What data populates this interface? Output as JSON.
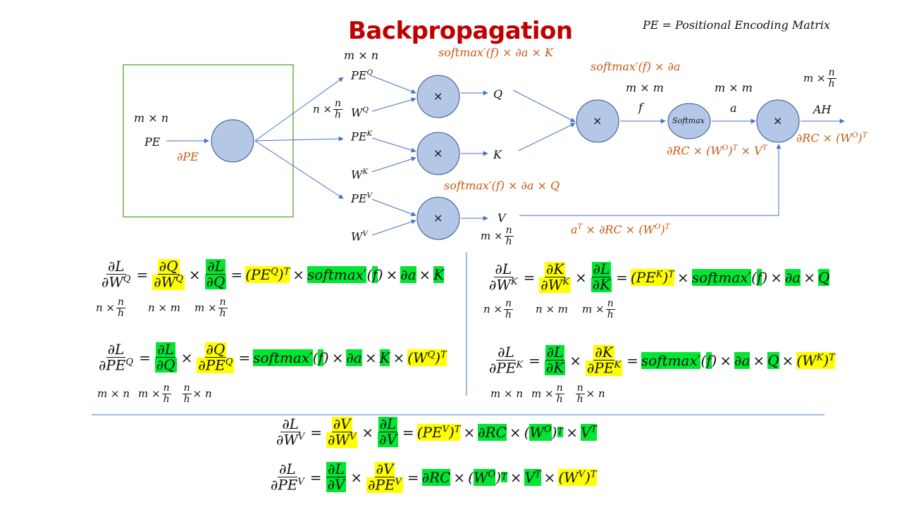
{
  "title": "Backpropagation",
  "legend_note": "PE = Positional Encoding Matrix",
  "diagram": {
    "input_dims": "m × n",
    "input_label": "PE",
    "input_grad": "∂PE",
    "pe_top_dims": "m × n",
    "pe_q": "PE",
    "pe_q_sup": "Q",
    "w_q": "W",
    "w_q_sup": "Q",
    "w_dims_prefix": "n ×",
    "frac_num_n": "n",
    "frac_den_h": "h",
    "pe_k": "PE",
    "pe_k_sup": "K",
    "w_k": "W",
    "w_k_sup": "K",
    "pe_v": "PE",
    "pe_v_sup": "V",
    "w_v": "W",
    "w_v_sup": "V",
    "mult_symbol": "×",
    "q_label": "Q",
    "k_label": "K",
    "v_label": "V",
    "v_dims_prefix": "m ×",
    "grad_q": "softmax′(f) × ∂a × K",
    "grad_k": "softmax′(f) × ∂a × Q",
    "grad_f": "softmax′(f) × ∂a",
    "f_dims": "m × m",
    "f_label": "f",
    "softmax_label": "Softmax",
    "a_dims": "m × m",
    "a_label": "a",
    "ah_dims_prefix": "m ×",
    "ah_label": "AH",
    "grad_a": "∂RC × (W",
    "grad_a_sup1": "O",
    "grad_a_mid": ")",
    "grad_a_sup2": "T",
    "grad_a_end": " × V",
    "grad_a_sup3": "T",
    "grad_ah": "∂RC × (W",
    "grad_ah_sup1": "O",
    "grad_ah_mid": ")",
    "grad_ah_sup2": "T",
    "grad_v_pre": "a",
    "grad_v_pre_sup": "T",
    "grad_v_rest": " × ∂RC × (W",
    "grad_v_sup1": "O",
    "grad_v_mid": ")",
    "grad_v_sup2": "T"
  },
  "equations": {
    "dL": "∂L",
    "dQ": "∂Q",
    "dK": "∂K",
    "dV": "∂V",
    "dW": "∂W",
    "dPE": "∂PE",
    "sup_Q": "Q",
    "sup_K": "K",
    "sup_V": "V",
    "sup_T": "T",
    "sup_O": "O",
    "PE": "PE",
    "W": "W",
    "softmax": "softmax",
    "prime": "′",
    "open_paren": "(",
    "close_paren": ")",
    "f": "f",
    "da": "∂a",
    "K": "K",
    "Q": "Q",
    "V": "V",
    "dRC": "∂RC",
    "times": "×",
    "equals": "=",
    "dim_mn": "m × n",
    "dim_nm": "n × m",
    "dim_n_x": "n ×",
    "dim_m_x": "m ×",
    "dim_x_n": "× n",
    "n": "n",
    "h": "h"
  },
  "colors": {
    "node_fill": "#b4c7e7",
    "node_stroke": "#2f528f",
    "edge": "#4472c4",
    "box": "#70ad47",
    "orange": "#c65911",
    "title": "#c00000",
    "highlight_yellow": "#ffff00",
    "highlight_green": "#00e633",
    "divider": "#4472c4"
  }
}
